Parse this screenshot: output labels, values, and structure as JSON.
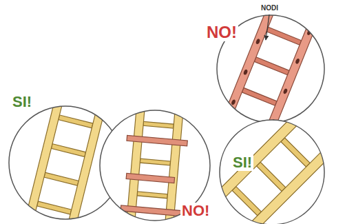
{
  "diagram": {
    "labels": [
      "NODI",
      "NO!",
      "SI!",
      "NO!",
      "SI!"
    ]
  }
}
